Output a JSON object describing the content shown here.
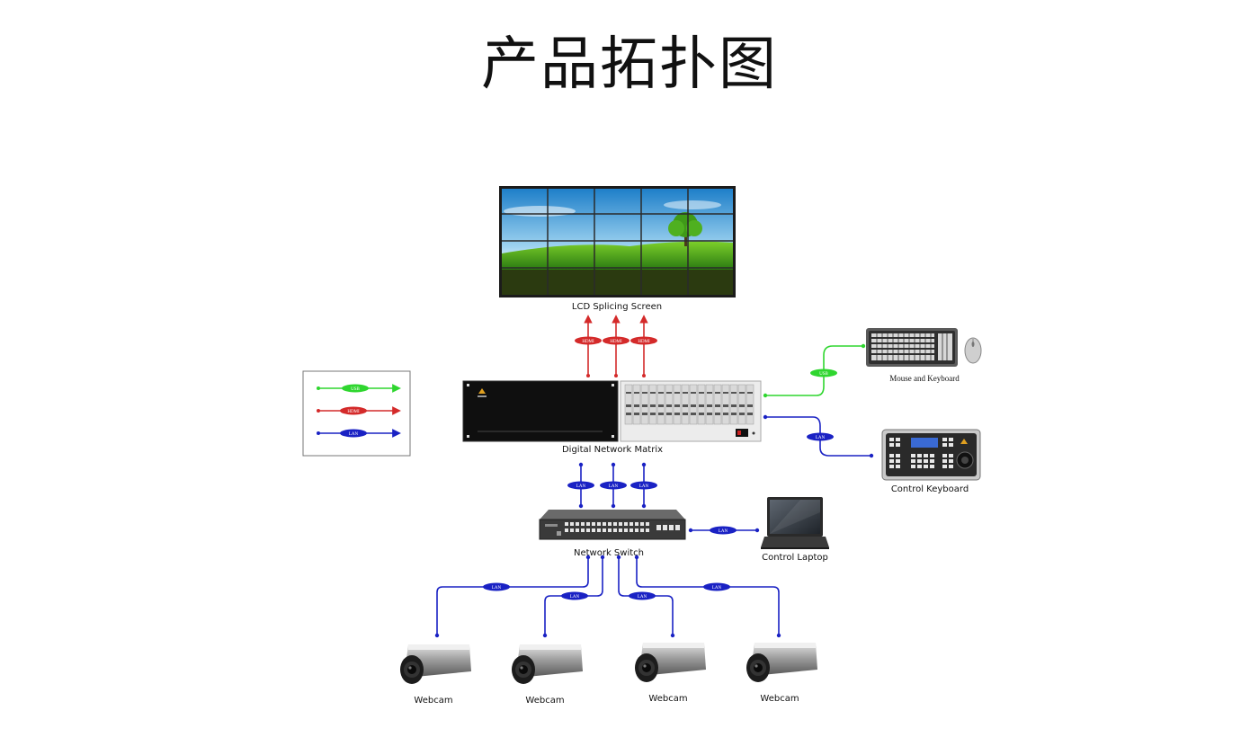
{
  "title": "产品拓扑图",
  "colors": {
    "usb": "#2fd62f",
    "hdmi": "#d42a2a",
    "lan": "#1a22c4"
  },
  "legend": [
    {
      "tag": "USB",
      "color": "#2fd62f"
    },
    {
      "tag": "HDMI",
      "color": "#d42a2a"
    },
    {
      "tag": "LAN",
      "color": "#1a22c4"
    }
  ],
  "devices": {
    "lcd": "LCD Splicing Screen",
    "matrix": "Digital Network Matrix",
    "keyboard": "Mouse and Keyboard",
    "control_keyboard": "Control Keyboard",
    "switch": "Network Switch",
    "laptop": "Control Laptop",
    "webcam": "Webcam"
  },
  "links": {
    "hdmi": "HDMI",
    "usb": "USB",
    "lan": "LAN"
  }
}
